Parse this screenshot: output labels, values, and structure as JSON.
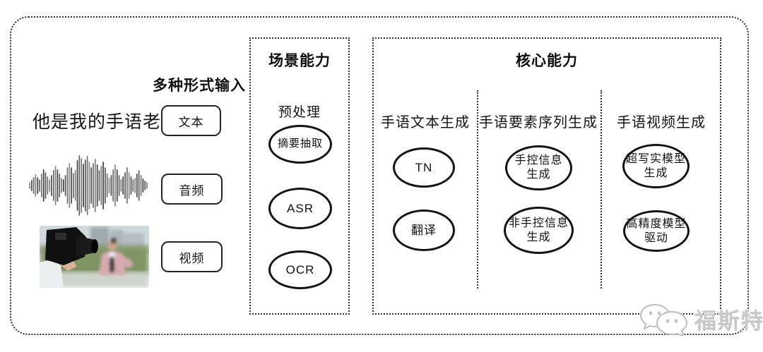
{
  "inputs": {
    "group_label": "多种形式输入",
    "text_sample": "他是我的手语老师",
    "text_label": "文本",
    "audio_label": "音频",
    "video_label": "视频"
  },
  "scene_box": {
    "title": "场景能力",
    "stage_label": "预处理",
    "nodes": [
      "摘要抽取",
      "ASR",
      "OCR"
    ]
  },
  "core_box": {
    "title": "核心能力",
    "columns": [
      {
        "header": "手语文本生成",
        "nodes": [
          {
            "lines": [
              "TN"
            ]
          },
          {
            "lines": [
              "翻译"
            ]
          }
        ]
      },
      {
        "header": "手语要素序列生成",
        "nodes": [
          {
            "lines": [
              "手控信息",
              "生成"
            ]
          },
          {
            "lines": [
              "非手控信息",
              "生成"
            ]
          }
        ]
      },
      {
        "header": "手语视频生成",
        "nodes": [
          {
            "lines": [
              "超写实模型",
              "生成"
            ]
          },
          {
            "lines": [
              "高精度模型",
              "驱动"
            ]
          }
        ]
      }
    ]
  },
  "watermark": {
    "text": "福斯特",
    "icon": "chat-bubbles-logo"
  },
  "colors": {
    "line": "#1a1a1a",
    "watermark_gray": "#c8c8c8"
  }
}
